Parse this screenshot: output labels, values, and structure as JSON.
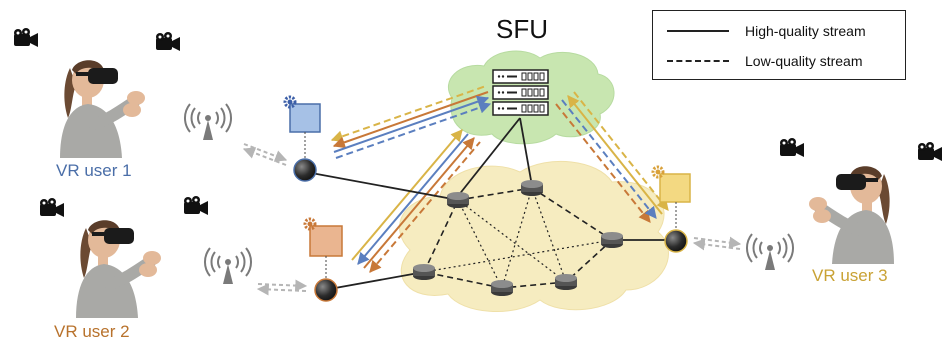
{
  "diagram": {
    "title": "SFU",
    "legend": {
      "high_quality": "High-quality stream",
      "low_quality": "Low-quality stream"
    },
    "users": [
      {
        "label": "VR user 1",
        "color": "#4a6ea8"
      },
      {
        "label": "VR user 2",
        "color": "#b8722c"
      },
      {
        "label": "VR user 3",
        "color": "#c9a235"
      }
    ],
    "colors": {
      "cloud_sfu": "#c8e6b0",
      "cloud_network": "#f6ecc0",
      "user1": "#5b7fbf",
      "user2": "#c87838",
      "user3": "#d9b447",
      "link": "#222222"
    },
    "icons": [
      "video-camera-icon",
      "antenna-icon",
      "server-icon",
      "router-icon",
      "gear-icon",
      "vr-headset-user"
    ]
  }
}
